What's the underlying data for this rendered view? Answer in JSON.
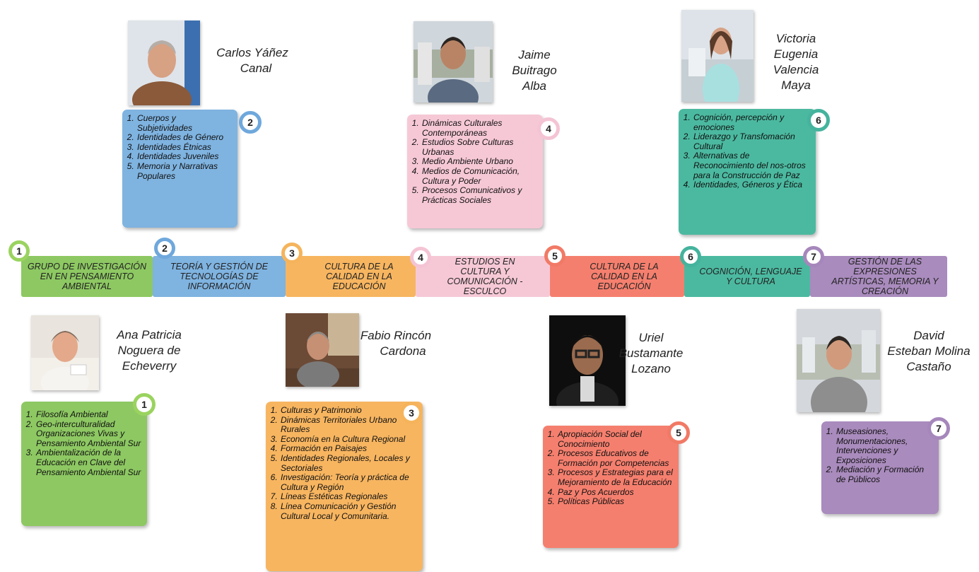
{
  "colors": {
    "green": "#8dc862",
    "blue": "#7fb3e0",
    "orange": "#f7b560",
    "pink": "#f6c8d6",
    "salmon": "#f57f6e",
    "teal": "#4bb9a0",
    "purple": "#a98bbd",
    "green_ring": "#9ad35f",
    "blue_ring": "#6fa8dc",
    "orange_ring": "#f5b45c",
    "pink_ring": "#f4c4d4",
    "salmon_ring": "#f17a66",
    "teal_ring": "#45b39d",
    "purple_ring": "#a687bb"
  },
  "timeline": [
    {
      "num": "1",
      "label": "GRUPO DE INVESTIGACIÓN EN EN PENSAMIENTO AMBIENTAL"
    },
    {
      "num": "2",
      "label": "TEORÍA Y GESTIÓN DE TECNOLOGÍAS DE INFORMACIÓN"
    },
    {
      "num": "3",
      "label": "CULTURA DE LA CALIDAD EN LA EDUCACIÓN"
    },
    {
      "num": "4",
      "label": "ESTUDIOS EN CULTURA Y COMUNICACIÓN - ESCULCO"
    },
    {
      "num": "5",
      "label": "CULTURA DE LA CALIDAD EN LA EDUCACIÓN"
    },
    {
      "num": "6",
      "label": "COGNICIÓN, LENGUAJE Y CULTURA"
    },
    {
      "num": "7",
      "label": "GESTIÓN DE LAS EXPRESIONES ARTÍSTICAS, MEMORIA Y CREACIÓN"
    }
  ],
  "people": [
    {
      "num": "1",
      "name_lines": [
        "Ana Patricia",
        "Noguera de",
        "Echeverry"
      ],
      "lines": [
        "Filosofía Ambiental",
        "Geo-interculturalidad Organizaciones Vivas y Pensamiento Ambiental Sur",
        "Ambientalización de la Educación en Clave del Pensamiento Ambiental Sur"
      ]
    },
    {
      "num": "2",
      "name_lines": [
        "Carlos Yáñez",
        "Canal"
      ],
      "lines": [
        "Cuerpos y Subjetividades",
        "Identidades de Género",
        "Identidades Étnicas",
        "Identidades Juveniles",
        "Memoria y Narrativas Populares"
      ]
    },
    {
      "num": "3",
      "name_lines": [
        "Fabio Rincón",
        "Cardona"
      ],
      "lines": [
        "Culturas y Patrimonio",
        "Dinámicas Territoriales Urbano Rurales",
        " Economía en la Cultura Regional",
        "Formación en Paisajes",
        "Identidades Regionales, Locales y Sectoriales",
        "Investigación: Teoría y práctica de Cultura y Región",
        "Líneas Estéticas Regionales",
        "Línea Comunicación y Gestión Cultural Local y Comunitaria."
      ]
    },
    {
      "num": "4",
      "name_lines": [
        "Jaime",
        "Buitrago",
        "Alba"
      ],
      "lines": [
        "Dinámicas Culturales Contemporáneas",
        "Estudios Sobre Culturas Urbanas",
        "Medio Ambiente Urbano",
        "Medios de Comunicación, Cultura y Poder",
        "Procesos Comunicativos y Prácticas Sociales"
      ]
    },
    {
      "num": "5",
      "name_lines": [
        "Uriel",
        "Bustamante",
        "Lozano"
      ],
      "lines": [
        "Apropiación Social del Conocimiento",
        "Procesos Educativos de Formación por Competencias",
        "Procesos y Estrategias para el Mejoramiento de la Educación",
        "Paz y Pos Acuerdos",
        "Políticas Públicas"
      ]
    },
    {
      "num": "6",
      "name_lines": [
        "Victoria",
        "Eugenia",
        "Valencia",
        "Maya"
      ],
      "lines": [
        "Cognición, percepción y emociones",
        "Liderazgo y Transfomación Cultural",
        "Alternativas de Reconocimiento del nos-otros para la Construcción de Paz",
        "Identidades, Géneros y Ética"
      ]
    },
    {
      "num": "7",
      "name_lines": [
        "David",
        "Esteban Molina",
        "Castaño"
      ],
      "lines": [
        "Museasiones, Monumentaciones, Intervenciones y Exposiciones",
        "Mediación y Formación de Públicos"
      ]
    }
  ]
}
